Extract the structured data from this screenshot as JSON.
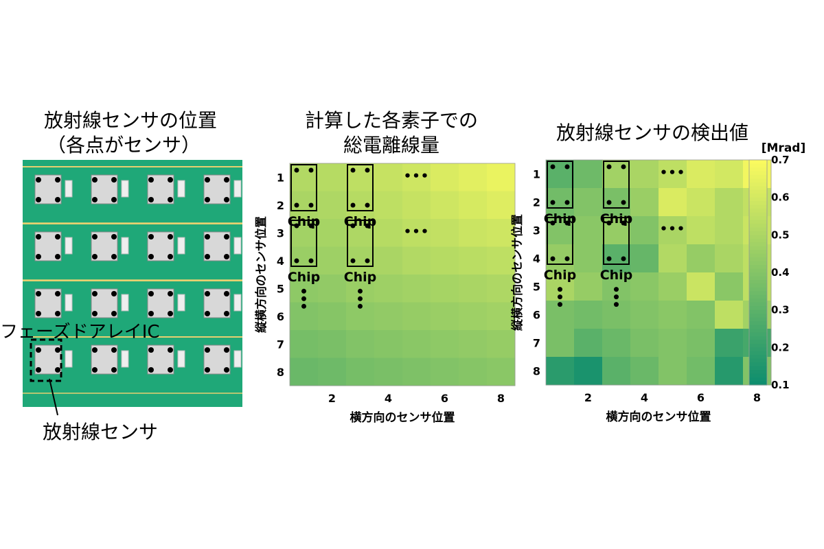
{
  "photo_panel": {
    "title_line1": "放射線センサの位置",
    "title_line2": "（各点がセンサ）",
    "ic_label": "フェーズドアレイIC",
    "sensor_label": "放射線センサ",
    "board_color": "#1fa878",
    "chip_color": "#d8d8d8"
  },
  "chart_data": [
    {
      "type": "heatmap",
      "title_line1": "計算した各素子での",
      "title_line2": "総電離線量",
      "xlabel": "横方向のセンサ位置",
      "ylabel": "縦横方向のセンサ位置",
      "x_ticks": [
        2,
        4,
        6,
        8
      ],
      "y_ticks": [
        1,
        2,
        3,
        4,
        5,
        6,
        7,
        8
      ],
      "overlays": {
        "chip_label": "Chip",
        "ellipsis": "•••"
      },
      "values": [
        [
          0.52,
          0.53,
          0.55,
          0.57,
          0.59,
          0.62,
          0.64,
          0.66
        ],
        [
          0.5,
          0.51,
          0.53,
          0.55,
          0.57,
          0.59,
          0.61,
          0.63
        ],
        [
          0.48,
          0.49,
          0.51,
          0.53,
          0.55,
          0.56,
          0.58,
          0.59
        ],
        [
          0.46,
          0.47,
          0.49,
          0.5,
          0.52,
          0.53,
          0.54,
          0.55
        ],
        [
          0.43,
          0.44,
          0.46,
          0.47,
          0.48,
          0.49,
          0.5,
          0.51
        ],
        [
          0.4,
          0.41,
          0.43,
          0.44,
          0.45,
          0.46,
          0.47,
          0.48
        ],
        [
          0.37,
          0.38,
          0.4,
          0.41,
          0.42,
          0.43,
          0.44,
          0.45
        ],
        [
          0.34,
          0.35,
          0.37,
          0.38,
          0.39,
          0.4,
          0.41,
          0.42
        ]
      ],
      "clim": [
        0.1,
        0.7
      ]
    },
    {
      "type": "heatmap",
      "title": "放射線センサの検出値",
      "xlabel": "横方向のセンサ位置",
      "ylabel": "縦横方向のセンサ位置",
      "x_ticks": [
        2,
        4,
        6,
        8
      ],
      "y_ticks": [
        1,
        2,
        3,
        4,
        5,
        6,
        7,
        8
      ],
      "overlays": {
        "chip_label": "Chip",
        "ellipsis": "•••"
      },
      "colorbar": {
        "label": "[Mrad]",
        "ticks": [
          0.1,
          0.2,
          0.3,
          0.4,
          0.5,
          0.6,
          0.7
        ]
      },
      "values": [
        [
          0.3,
          0.35,
          0.48,
          0.5,
          0.55,
          0.62,
          0.6,
          0.68
        ],
        [
          0.36,
          0.4,
          0.38,
          0.46,
          0.62,
          0.58,
          0.52,
          0.56
        ],
        [
          0.4,
          0.42,
          0.45,
          0.4,
          0.5,
          0.55,
          0.52,
          0.58
        ],
        [
          0.45,
          0.42,
          0.3,
          0.33,
          0.52,
          0.45,
          0.5,
          0.55
        ],
        [
          0.5,
          0.45,
          0.4,
          0.42,
          0.46,
          0.58,
          0.42,
          0.55
        ],
        [
          0.38,
          0.36,
          0.38,
          0.4,
          0.42,
          0.4,
          0.55,
          0.48
        ],
        [
          0.38,
          0.3,
          0.34,
          0.38,
          0.4,
          0.38,
          0.22,
          0.25
        ],
        [
          0.18,
          0.14,
          0.3,
          0.34,
          0.4,
          0.36,
          0.17,
          0.4
        ]
      ],
      "clim": [
        0.1,
        0.7
      ]
    }
  ]
}
